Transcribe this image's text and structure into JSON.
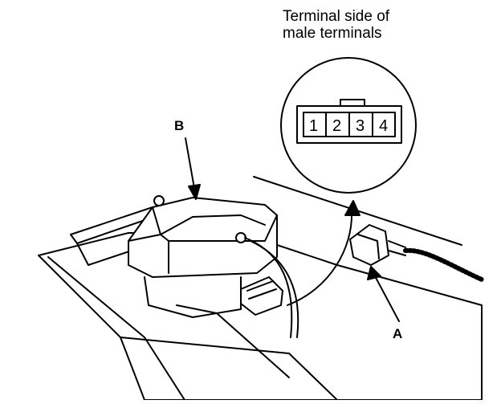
{
  "caption": "Terminal side of\nmale terminals",
  "callouts": {
    "a": "A",
    "b": "B"
  },
  "connector_pins": [
    "1",
    "2",
    "3",
    "4"
  ],
  "colors": {
    "line": "#000000",
    "background": "#ffffff"
  }
}
